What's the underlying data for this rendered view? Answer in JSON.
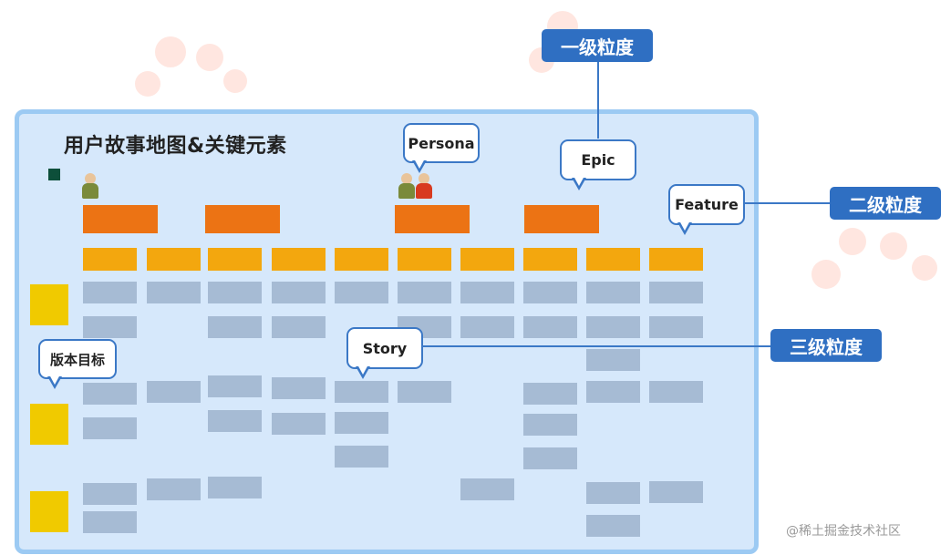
{
  "title": "用户故事地图&关键元素",
  "callouts": {
    "persona": "Persona",
    "epic": "Epic",
    "feature": "Feature",
    "story": "Story",
    "release_goal": "版本目标"
  },
  "levels": {
    "level1": "一级粒度",
    "level2": "二级粒度",
    "level3": "三级粒度"
  },
  "watermark": "@稀土掘金技术社区",
  "colors": {
    "epic": "#ec7314",
    "feature": "#f3a70e",
    "story": "#a6bbd4",
    "release_goal": "#f0ca00",
    "board": "#d6e8fb",
    "accent": "#2f6fc2"
  }
}
